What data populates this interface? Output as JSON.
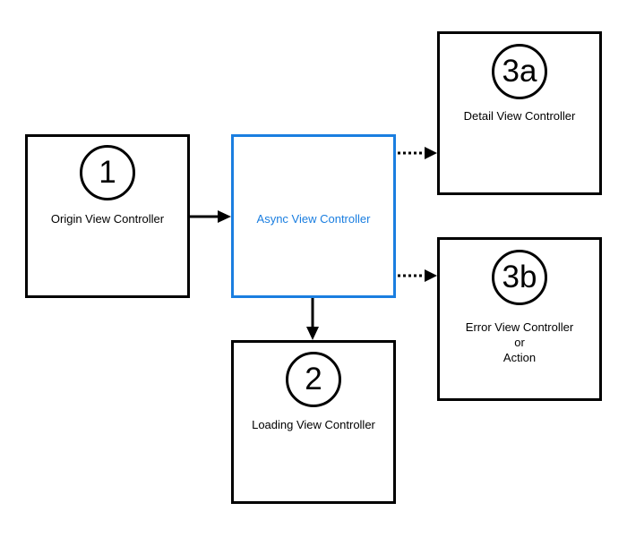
{
  "colors": {
    "stroke": "#000000",
    "accent": "#1a7ee0",
    "background": "#ffffff"
  },
  "nodes": {
    "origin": {
      "badge": "1",
      "label": "Origin View Controller"
    },
    "async": {
      "label": "Async View Controller"
    },
    "loading": {
      "badge": "2",
      "label": "Loading View Controller"
    },
    "detail": {
      "badge": "3a",
      "label": "Detail View Controller"
    },
    "error": {
      "badge": "3b",
      "label_lines": [
        "Error View Controller",
        "or",
        "Action"
      ]
    }
  },
  "edges": [
    {
      "from": "origin",
      "to": "async",
      "style": "solid"
    },
    {
      "from": "async",
      "to": "loading",
      "style": "solid"
    },
    {
      "from": "async",
      "to": "detail",
      "style": "dotted"
    },
    {
      "from": "async",
      "to": "error",
      "style": "dotted"
    }
  ]
}
